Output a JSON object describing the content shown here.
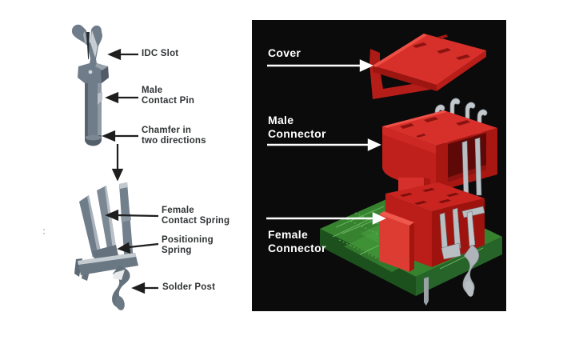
{
  "figure": {
    "description": "IDC connector contact and housing exploded diagram",
    "left_panel": {
      "background": "#ffffff",
      "text_color": "#303335",
      "arrow_color": "#1e1e1e",
      "labels": {
        "idc_slot": {
          "lines": [
            "IDC Slot"
          ]
        },
        "male_contact_pin": {
          "lines": [
            "Male",
            "Contact Pin"
          ]
        },
        "chamfer": {
          "lines": [
            "Chamfer in",
            "two directions"
          ]
        },
        "female_contact_spring": {
          "lines": [
            "Female",
            "Contact Spring"
          ]
        },
        "positioning_spring": {
          "lines": [
            "Positioning",
            "Spring"
          ]
        },
        "solder_post": {
          "lines": [
            "Solder Post"
          ]
        }
      }
    },
    "right_panel": {
      "background": "#0b0b0b",
      "text_color": "#ffffff",
      "arrow_color": "#ffffff",
      "labels": {
        "cover": {
          "lines": [
            "Cover"
          ]
        },
        "male_connector": {
          "lines": [
            "Male",
            "Connector"
          ]
        },
        "female_connector": {
          "lines": [
            "Female",
            "Connector"
          ]
        }
      }
    },
    "colors": {
      "metal_base": "#6f7d8a",
      "metal_dark": "#515c66",
      "metal_light": "#c7ced3",
      "plastic_red": "#d7302b",
      "plastic_red_dark": "#9d1511",
      "pcb_green": "#36822f",
      "pcb_green_dark": "#1c511d"
    }
  }
}
